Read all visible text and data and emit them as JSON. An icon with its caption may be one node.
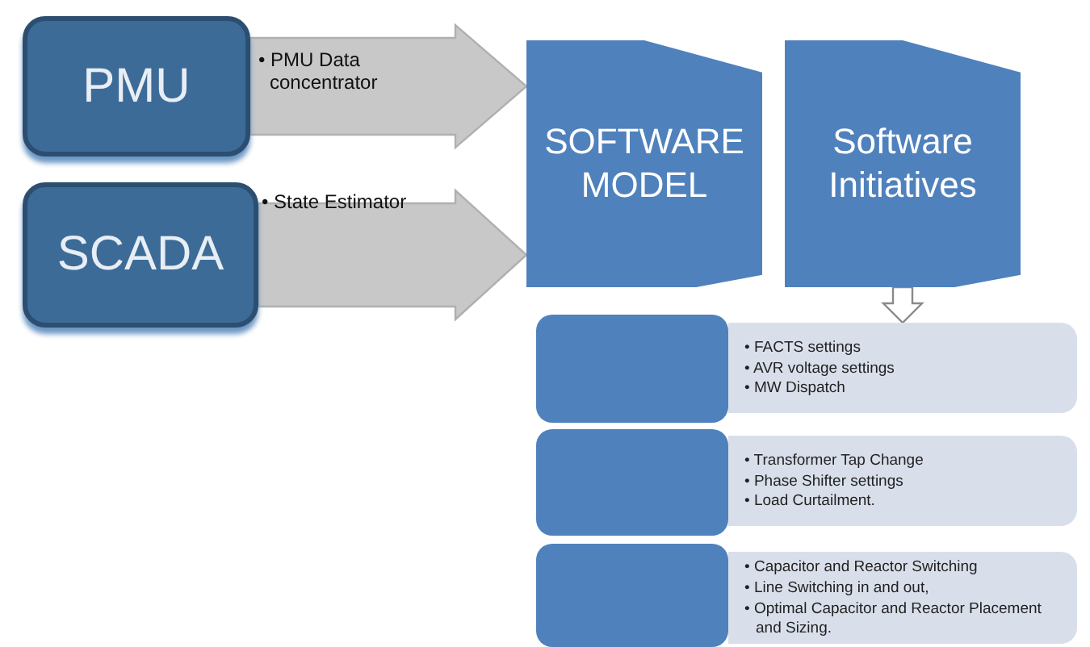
{
  "diagram": {
    "nodes": [
      {
        "text": [
          "PMU"
        ]
      },
      {
        "text": [
          "SCADA"
        ]
      },
      {
        "text": [
          "SOFTWARE MODEL"
        ]
      },
      {
        "text": [
          "Software Initiatives"
        ]
      },
      {
        "text": [],
        "shape": "box"
      },
      {
        "text": [
          "• FACTS settings",
          "• AVR voltage settings",
          "• MW Dispatch"
        ]
      },
      {
        "text": [],
        "shape": "box"
      },
      {
        "text": [
          "• Transformer Tap Change",
          "• Phase Shifter settings",
          "• Load Curtailment."
        ]
      },
      {
        "text": [],
        "shape": "box"
      },
      {
        "text": [
          "• Capacitor and Reactor Switching",
          "• Line Switching in and out,",
          "• Optimal Capacitor and Reactor Placement and Sizing."
        ]
      }
    ],
    "edges": [
      {
        "from": 0,
        "to": 2,
        "arrow": "to",
        "label": "• PMU Data concentrator",
        "style": "thick"
      },
      {
        "from": 1,
        "to": 2,
        "arrow": "to",
        "label": "• State Estimator",
        "style": "thick"
      },
      {
        "from": 3,
        "to": 5,
        "arrow": "to",
        "style": "thick",
        "color": "#ffffff"
      }
    ]
  }
}
